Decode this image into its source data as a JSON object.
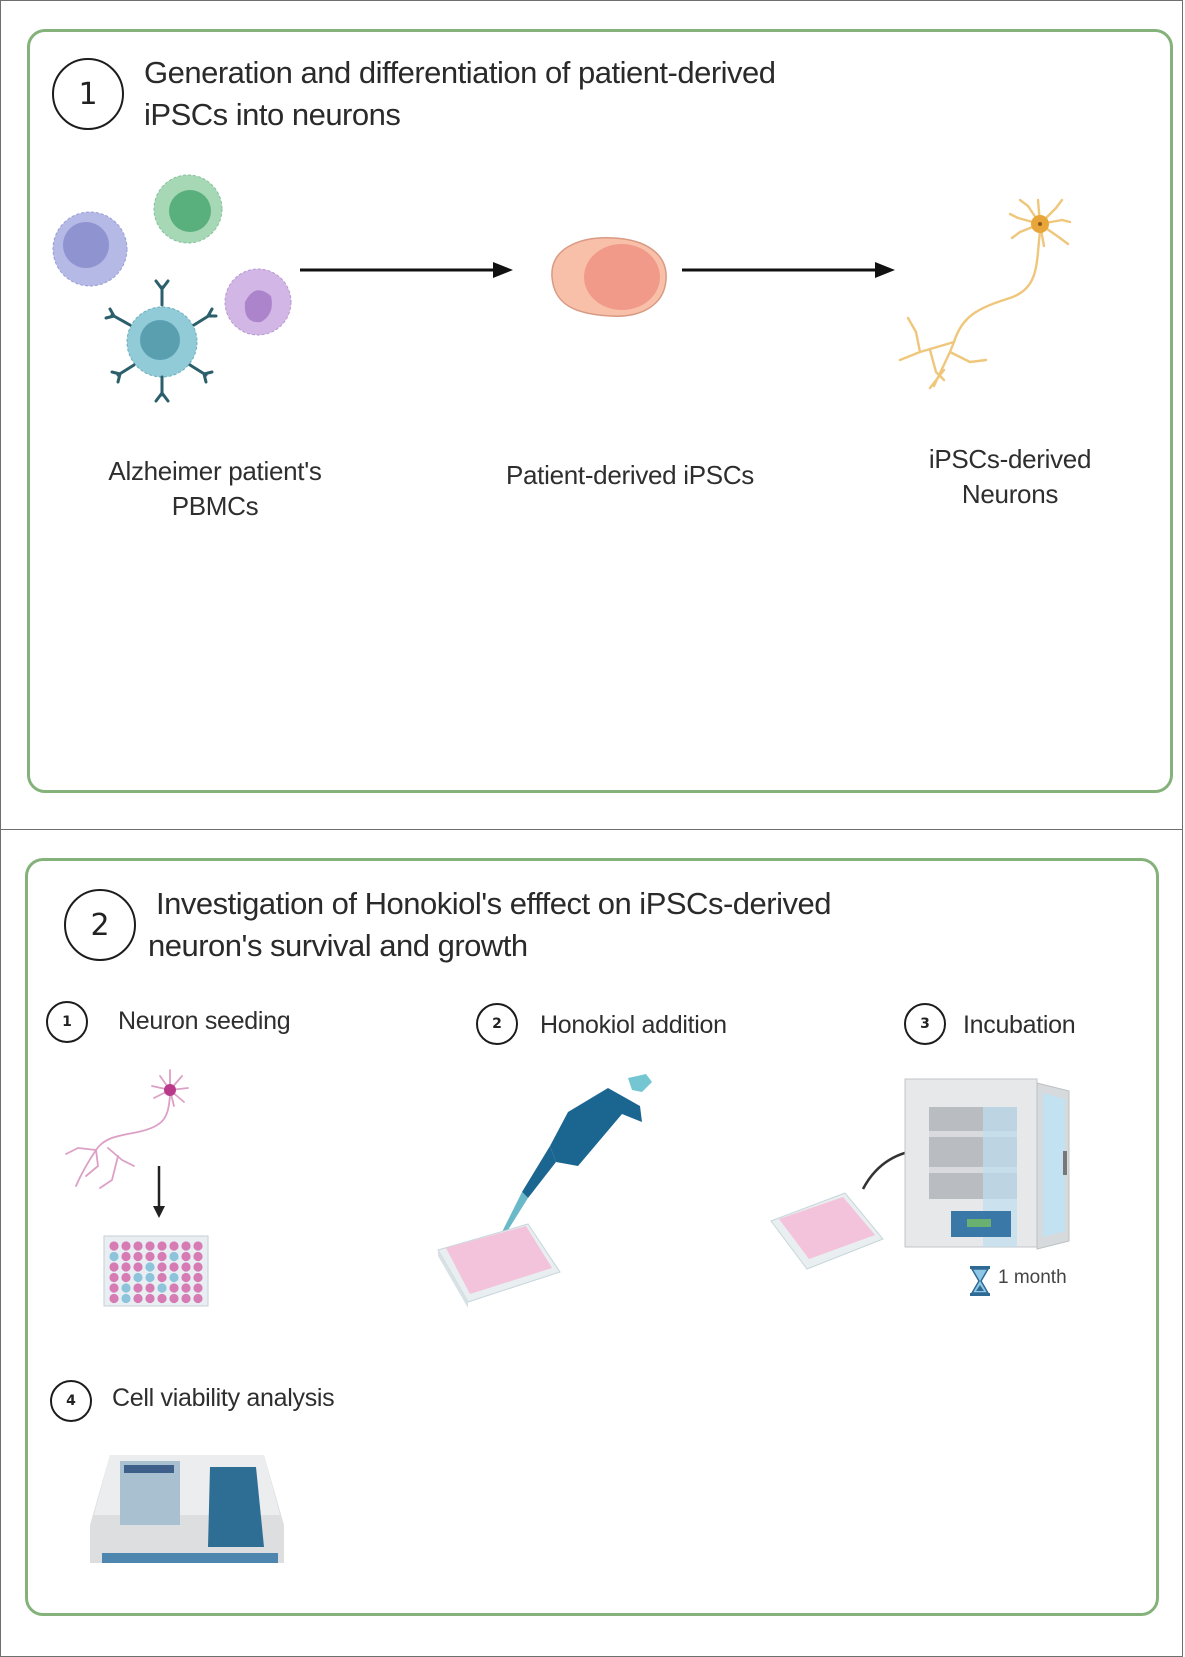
{
  "panel1": {
    "number": "1",
    "title_line1": "Generation and differentiation of patient-derived",
    "title_line2": "iPSCs into neurons",
    "stages": [
      {
        "label_line1": "Alzheimer patient's",
        "label_line2": "PBMCs",
        "icon": "pbmc-cells-icon"
      },
      {
        "label_line1": "Patient-derived iPSCs",
        "label_line2": "",
        "icon": "ipsc-cell-icon"
      },
      {
        "label_line1": "iPSCs-derived",
        "label_line2": "Neurons",
        "icon": "neuron-icon"
      }
    ]
  },
  "panel2": {
    "number": "2",
    "title_line1": "Investigation of Honokiol's efffect on iPSCs-derived",
    "title_line2": "neuron's survival and growth",
    "steps": [
      {
        "number": "1",
        "label": "Neuron seeding",
        "icon": "neuron-seeding-icon"
      },
      {
        "number": "2",
        "label": "Honokiol addition",
        "icon": "pipette-icon"
      },
      {
        "number": "3",
        "label": "Incubation",
        "icon": "incubator-icon",
        "duration": "1 month"
      },
      {
        "number": "4",
        "label": "Cell viability analysis",
        "icon": "plate-reader-icon"
      }
    ]
  },
  "colors": {
    "panel_border": "#84b27a",
    "pbmc_blue": "#a8aee0",
    "pbmc_green": "#8cc9a4",
    "pbmc_purple": "#c7a6dc",
    "pbmc_teal": "#7fc1cf",
    "ipsc": "#f7b8a0",
    "neuron_yellow": "#f0c878",
    "neuron_pink": "#d884b8",
    "pipette_blue": "#1e6a95",
    "plate_pink": "#f3c4de"
  }
}
